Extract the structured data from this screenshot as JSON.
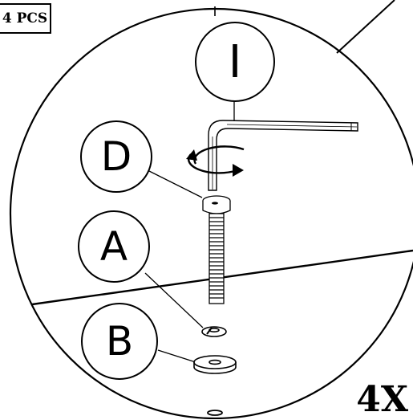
{
  "header": {
    "pieces_label": "4 PCS"
  },
  "callouts": [
    {
      "id": "hex-key",
      "letter": "I"
    },
    {
      "id": "cap-bolt",
      "letter": "D"
    },
    {
      "id": "spring-washer",
      "letter": "A"
    },
    {
      "id": "flat-washer",
      "letter": "B"
    }
  ],
  "quantity_label": "4X",
  "icons": [
    "rotation-arrow-icon",
    "hex-key-icon",
    "bolt-icon",
    "spring-washer-icon",
    "flat-washer-icon"
  ],
  "colors": {
    "line": "#000000",
    "background": "#ffffff"
  }
}
